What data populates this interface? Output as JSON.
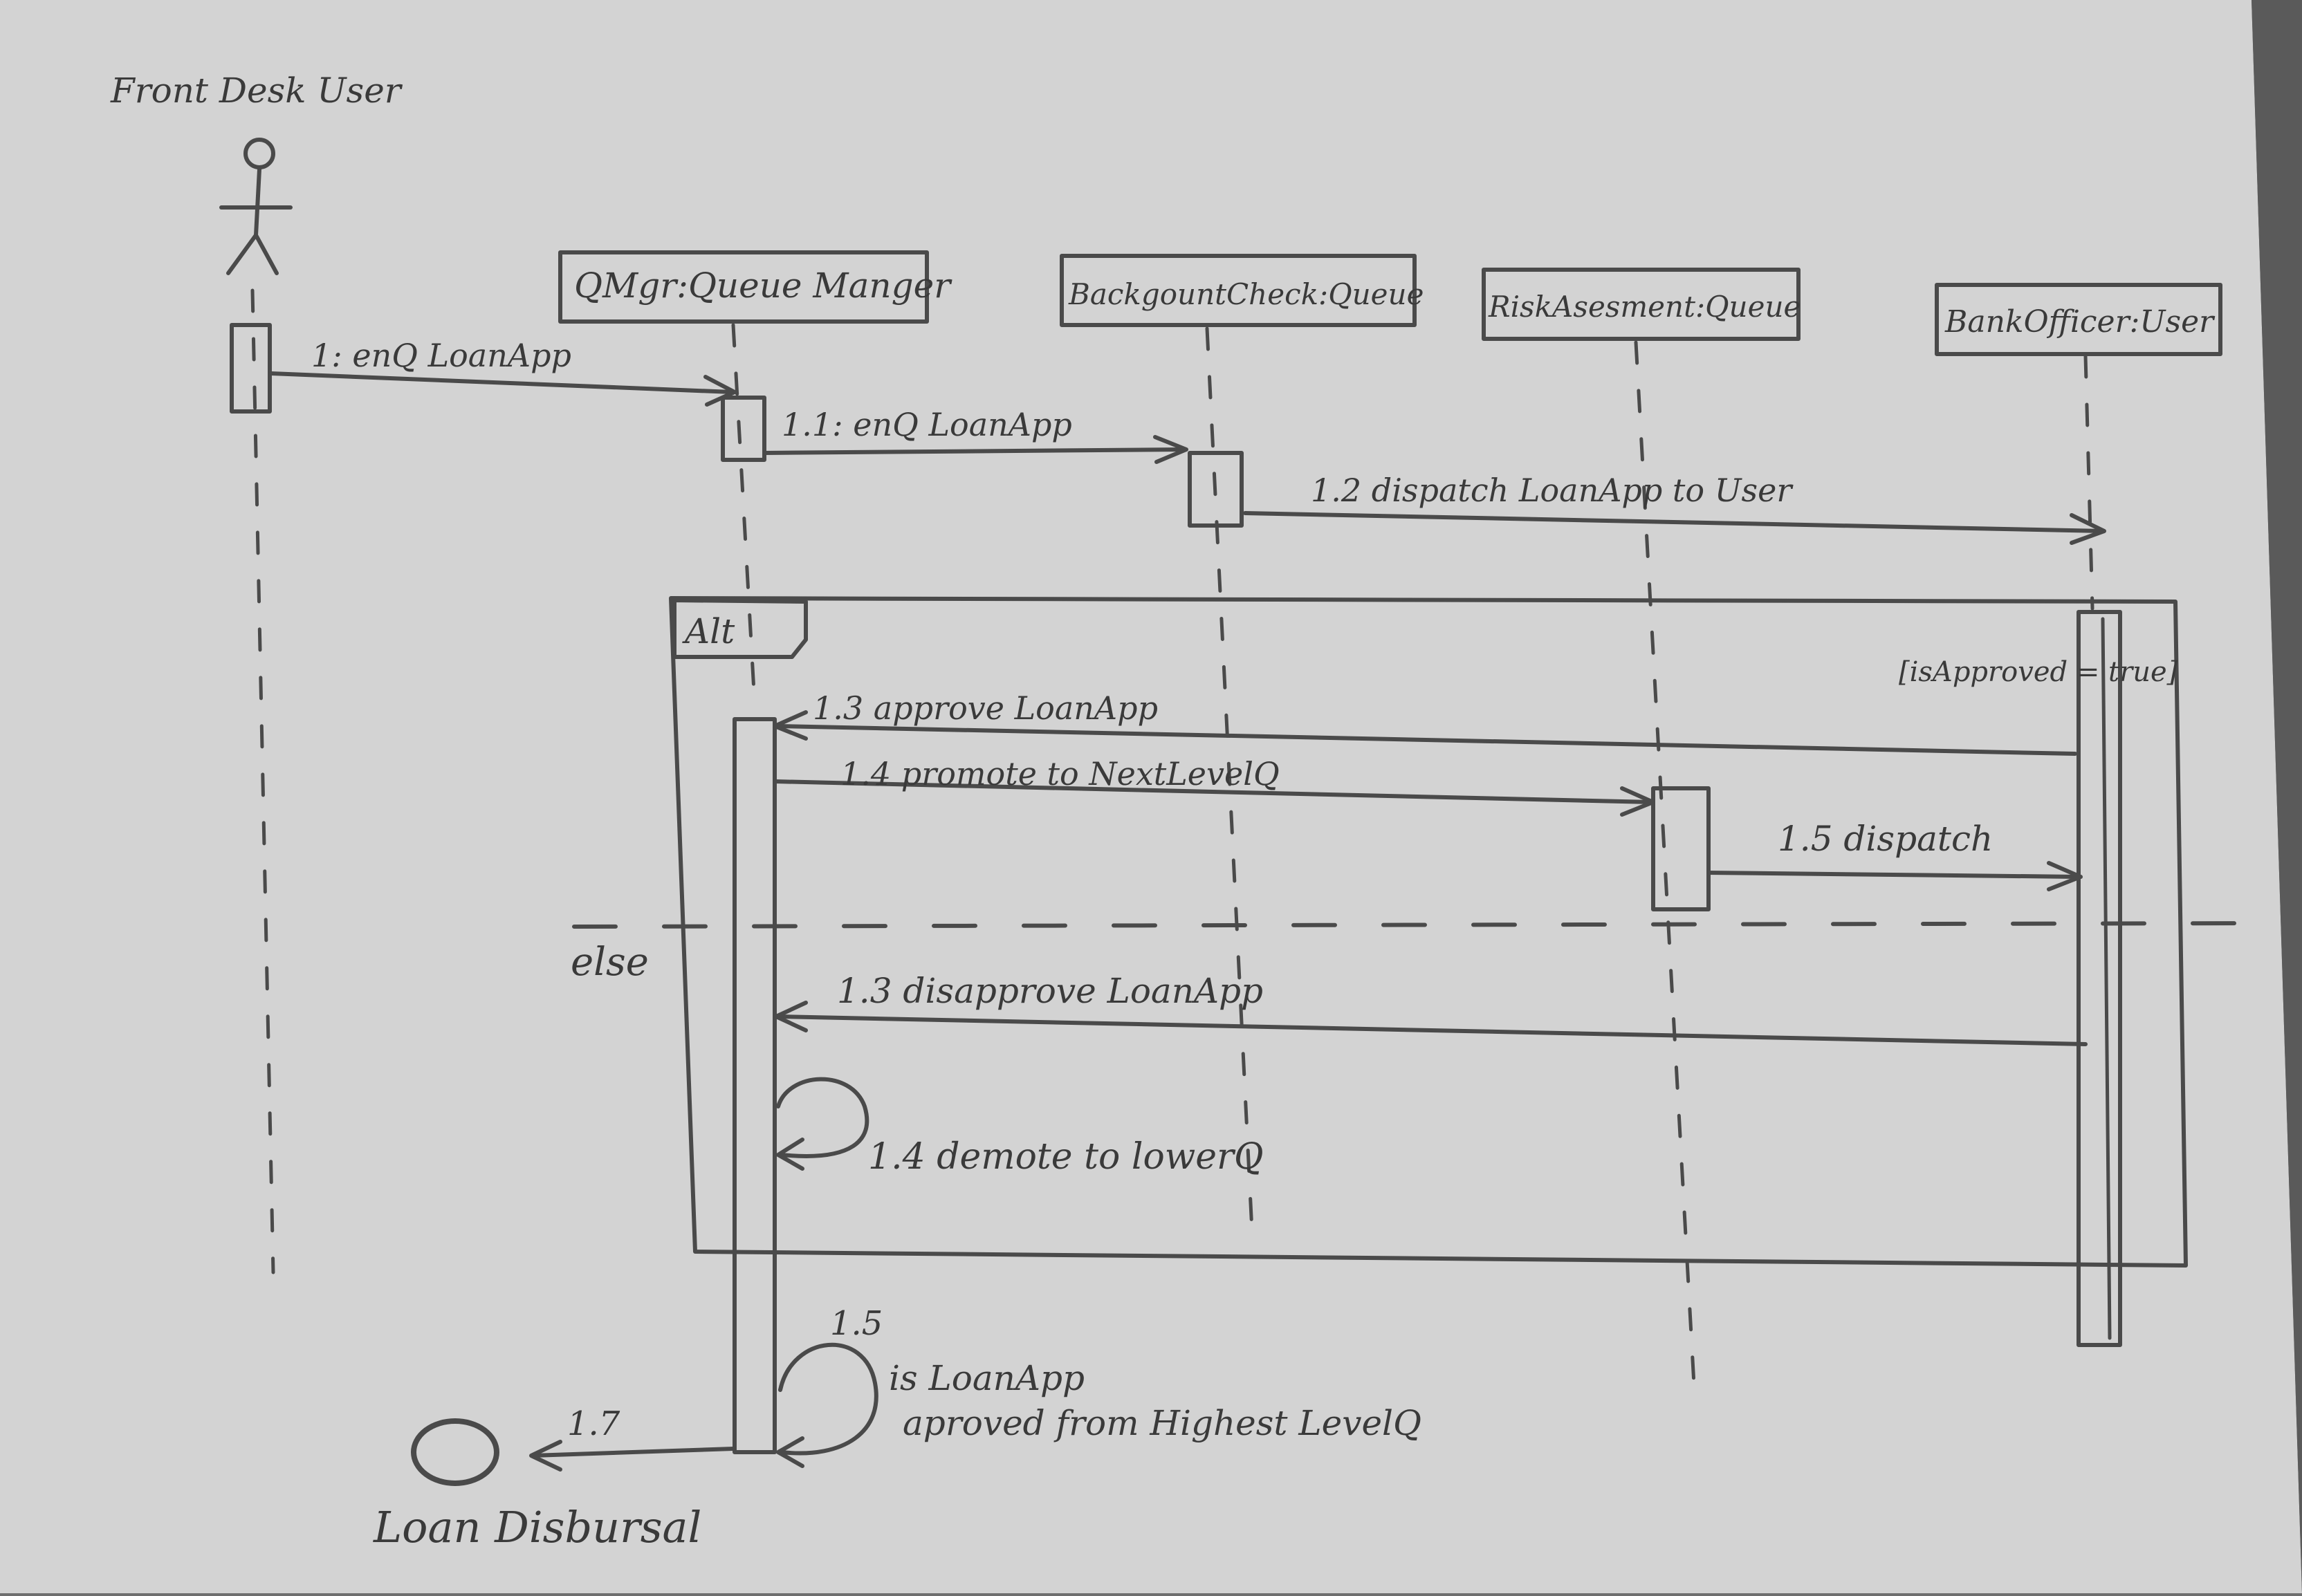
{
  "diagram": {
    "actor": {
      "label": "Front Desk User"
    },
    "participants": [
      {
        "id": "qmgr",
        "label": "QMgr:Queue Manger"
      },
      {
        "id": "bg",
        "label": "BackgountCheck:Queue"
      },
      {
        "id": "risk",
        "label": "RiskAsesment:Queue"
      },
      {
        "id": "bank",
        "label": "BankOfficer:User"
      }
    ],
    "messages": [
      {
        "id": "m1",
        "label": "1: enQ LoanApp"
      },
      {
        "id": "m11",
        "label": "1.1: enQ LoanApp"
      },
      {
        "id": "m12",
        "label": "1.2 dispatch LoanApp to User"
      },
      {
        "id": "m13a",
        "label": "1.3 approve LoanApp"
      },
      {
        "id": "m14a",
        "label": "1.4 promote to NextLevelQ"
      },
      {
        "id": "m15a",
        "label": "1.5 dispatch"
      },
      {
        "id": "m13b",
        "label": "1.3 disapprove LoanApp"
      },
      {
        "id": "m14b",
        "label": "1.4 demote to lowerQ"
      },
      {
        "id": "m15b",
        "label": "1.5"
      },
      {
        "id": "m15b_note1",
        "label": "is LoanApp"
      },
      {
        "id": "m15b_note2",
        "label": "aproved from Highest LevelQ"
      },
      {
        "id": "m17",
        "label": "1.7"
      }
    ],
    "fragment": {
      "operator": "Alt",
      "guard": "[isApproved = true]",
      "else_label": "else"
    },
    "end_state": {
      "label": "Loan Disbursal"
    }
  },
  "colors": {
    "paper": "#d3d3d3",
    "ink": "#3a3a3a",
    "background": "#6e6e6e"
  }
}
